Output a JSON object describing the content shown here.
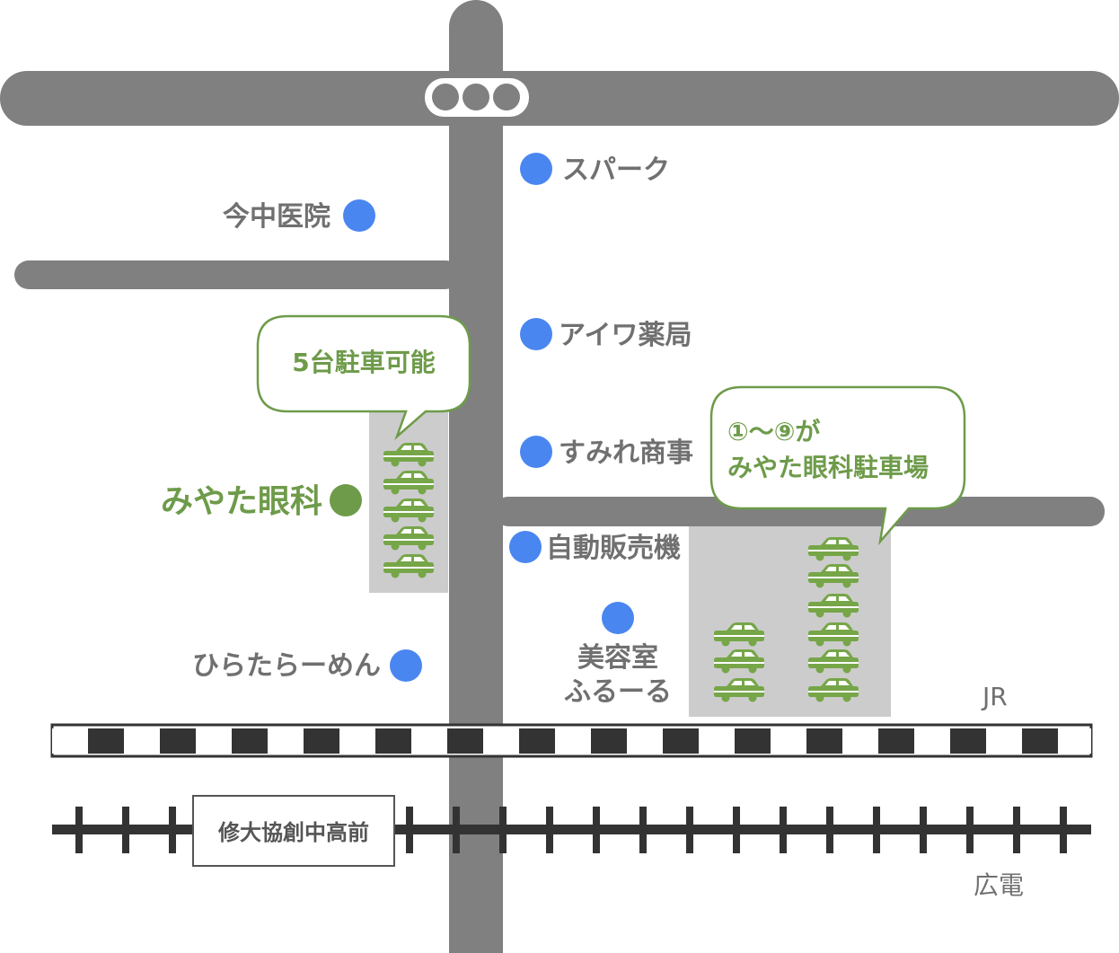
{
  "map": {
    "landmarks": {
      "spark": "スパーク",
      "imanaka": "今中医院",
      "aiwa": "アイワ薬局",
      "sumire": "すみれ商事",
      "vending": "自動販売機",
      "salon_line1": "美容室",
      "salon_line2": "ふるーる",
      "ramen": "ひらたらーめん"
    },
    "clinic_name": "みやた眼科",
    "bubble_left": "5台駐車可能",
    "bubble_right_line1": "①〜⑨が",
    "bubble_right_line2": "みやた眼科駐車場",
    "rail_jr": "JR",
    "rail_tram": "広電",
    "station": "修大協創中高前",
    "parking": {
      "left_lot_cars": 5,
      "right_lot_cars": 9
    },
    "colors": {
      "road": "#808080",
      "landmark_dot": "#4a86f0",
      "clinic_green": "#6e9b4a",
      "car": "#76a648",
      "lot": "#cccccc",
      "rail": "#333333"
    },
    "icons": [
      "traffic-signal-icon",
      "car-icon"
    ]
  }
}
